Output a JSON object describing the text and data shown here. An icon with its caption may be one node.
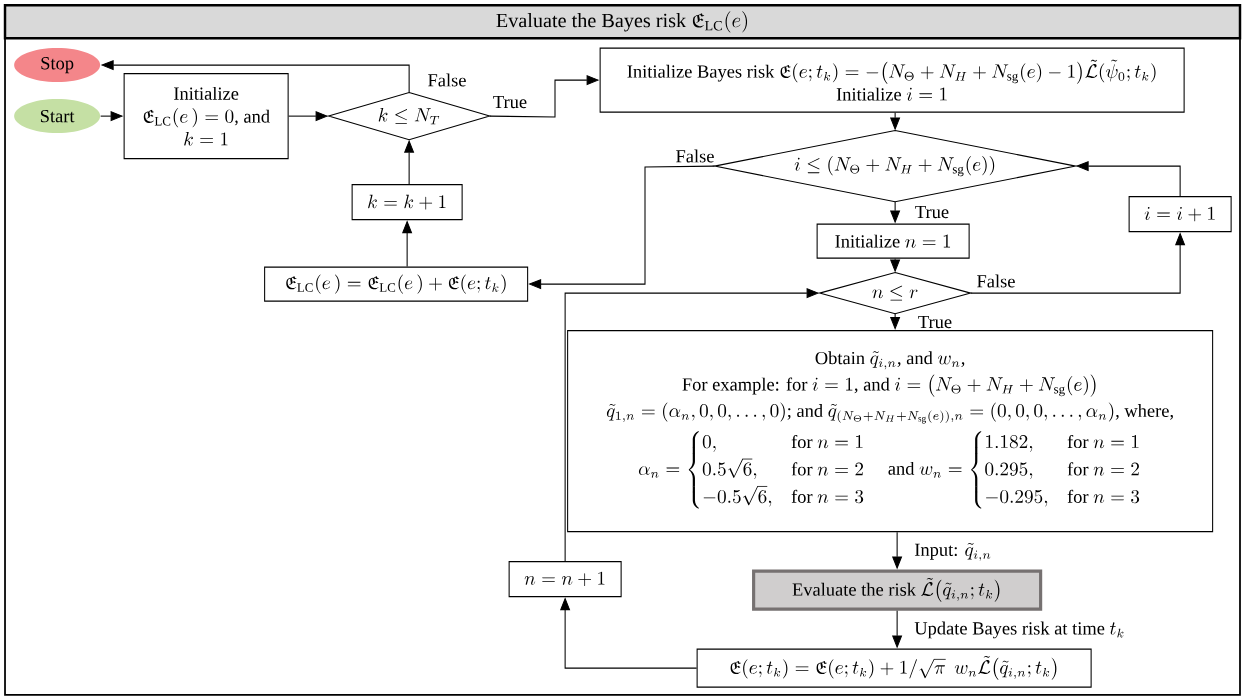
{
  "diagram": {
    "nodes": [
      {
        "text": [
          "\\text{Evaluate the Bayes risk } \\mathfrak{E}_{\\mathrm{LC}}(e)"
        ]
      },
      {
        "text": [
          "Stop"
        ],
        "in": 0
      },
      {
        "text": [
          "Start"
        ],
        "in": 0
      },
      {
        "text": [
          "\\text{Initialize}\\allowbreak\\ \\mathfrak{E}_{\\mathrm{LC}}(e\\,)=0\\text{, and}\\allowbreak\\ k=1"
        ],
        "in": 0
      },
      {
        "text": [
          "k\\leq N_T"
        ],
        "in": 0
      },
      {
        "text": [
          "\\text{Initialize Bayes risk } \\mathfrak{E}(e;t_k)=-\\bigl(N_\\Theta+N_H+N_{\\mathrm{sg}}(e)-1\\bigr)\\tilde{\\mathcal{L}}(\\tilde{\\psi}_0;t_k)",
          "\\text{Initialize } i=1"
        ],
        "in": 0
      },
      {
        "text": [
          "i\\leq(N_\\Theta+N_H+N_{\\mathrm{sg}}(e))"
        ],
        "in": 0
      },
      {
        "text": [
          "i=i+1"
        ],
        "in": 0
      },
      {
        "text": [
          "\\text{Initialize } n=1"
        ],
        "in": 0
      },
      {
        "text": [
          "n\\leq r"
        ],
        "in": 0
      },
      {
        "text": [
          "k=k+1"
        ],
        "in": 0
      },
      {
        "text": [
          "\\mathfrak{E}_{\\mathrm{LC}}(e\\,)=\\mathfrak{E}_{\\mathrm{LC}}(e\\,)+\\mathfrak{E}(e;t_k)"
        ],
        "in": 0
      },
      {
        "text": [
          "\\text{Obtain } \\tilde{q}_{i,n}\\text{, and } w_n\\text{,}",
          "\\text{For example: for } i=1\\text{, and } i=\\bigl(N_\\Theta+N_H+N_{\\mathrm{sg}}(e)\\bigr)",
          "\\tilde{q}_{1,n}=(\\alpha_n,0,0,\\dots,0)\\text{; and } \\tilde{q}_{\\left(N_\\Theta+N_H+N_{\\mathrm{sg}}(e)\\right),n}=(0,0,0,\\dots,\\alpha_n)\\text{, where,}",
          "\\alpha_n=\\begin{cases}0, & \\text{for } n=1\\\\ 0.5\\sqrt{6}, & \\text{for } n=2\\\\ -0.5\\sqrt{6}, & \\text{for } n=3\\end{cases}\\quad\\text{and } w_n=\\begin{cases}1.182, & \\text{for } n=1\\\\ 0.295, & \\text{for } n=2\\\\ -0.295, & \\text{for } n=3\\end{cases}"
        ],
        "in": 0
      },
      {
        "text": [
          "n=n+1"
        ],
        "in": 0
      },
      {
        "text": [
          "\\text{Evaluate the risk } \\tilde{\\mathcal{L}}\\bigl(\\tilde{q}_{i,n};t_k\\bigr)"
        ],
        "in": 0
      },
      {
        "text": [
          "\\mathfrak{E}(e;t_k)=\\mathfrak{E}(e;t_k)+1/\\sqrt{\\pi}\\;\\, w_n\\tilde{\\mathcal{L}}\\bigl(\\tilde{q}_{i,n};t_k\\bigr)"
        ],
        "in": 0
      }
    ],
    "edges": [
      {
        "from": 2,
        "to": 3,
        "arrow": "to"
      },
      {
        "from": 3,
        "to": 4,
        "arrow": "to"
      },
      {
        "from": 4,
        "to": 1,
        "arrow": "to",
        "label": "False"
      },
      {
        "from": 4,
        "to": 5,
        "arrow": "to",
        "label": "True"
      },
      {
        "from": 5,
        "to": 6,
        "arrow": "to"
      },
      {
        "from": 6,
        "to": 11,
        "arrow": "to",
        "label": "False"
      },
      {
        "from": 6,
        "to": 8,
        "arrow": "to",
        "label": "True"
      },
      {
        "from": 8,
        "to": 9,
        "arrow": "to"
      },
      {
        "from": 9,
        "to": 7,
        "arrow": "to",
        "label": "False"
      },
      {
        "from": 7,
        "to": 6,
        "arrow": "to"
      },
      {
        "from": 9,
        "to": 12,
        "arrow": "to",
        "label": "True"
      },
      {
        "from": 12,
        "to": 14,
        "arrow": "to",
        "label": "\\text{Input: } \\tilde{q}_{i,n}"
      },
      {
        "from": 14,
        "to": 15,
        "arrow": "to",
        "label": "\\text{Update Bayes risk at time } t_k"
      },
      {
        "from": 15,
        "to": 13,
        "arrow": "to"
      },
      {
        "from": 13,
        "to": 9,
        "arrow": "to"
      },
      {
        "from": 11,
        "to": 10,
        "arrow": "to"
      },
      {
        "from": 10,
        "to": 4,
        "arrow": "to"
      }
    ]
  }
}
